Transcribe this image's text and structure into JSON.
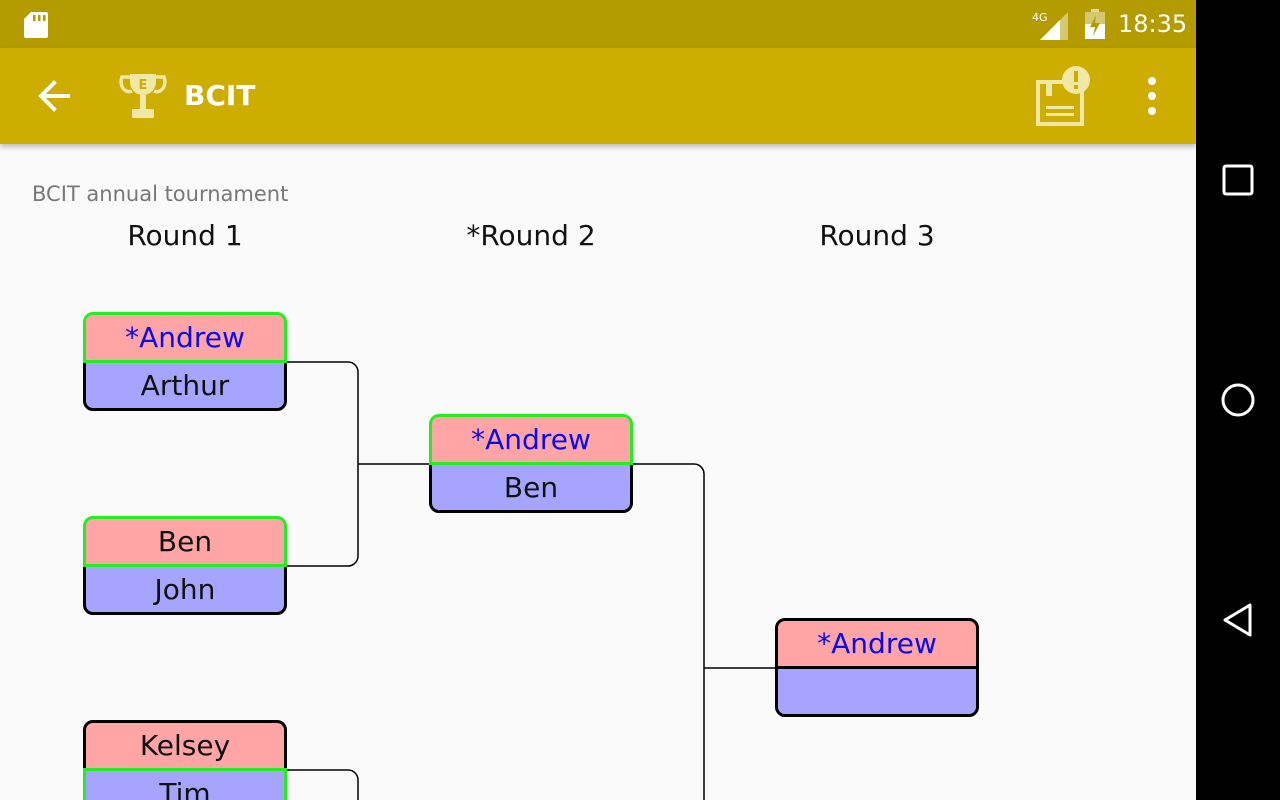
{
  "status_bar": {
    "time": "18:35",
    "network_label": "4G",
    "icons": [
      "sd-card-icon",
      "signal-icon",
      "battery-icon"
    ]
  },
  "app_bar": {
    "title": "BCIT",
    "icons": [
      "back-arrow-icon",
      "trophy-icon",
      "save-alert-icon",
      "more-vert-icon"
    ],
    "trophy_letter": "E"
  },
  "tournament": {
    "description": "BCIT annual tournament",
    "rounds": [
      {
        "label": "Round 1"
      },
      {
        "label": "*Round 2"
      },
      {
        "label": "Round 3"
      }
    ],
    "matches": [
      {
        "round": 1,
        "top": "*Andrew",
        "bottom": "Arthur",
        "winner": "top"
      },
      {
        "round": 1,
        "top": "Ben",
        "bottom": "John",
        "winner": "top"
      },
      {
        "round": 1,
        "top": "Kelsey",
        "bottom": "Tim",
        "winner": "bottom"
      },
      {
        "round": 2,
        "top": "*Andrew",
        "bottom": "Ben",
        "winner": "top"
      },
      {
        "round": 3,
        "top": "*Andrew",
        "bottom": "",
        "winner": "none"
      }
    ]
  },
  "colors": {
    "status_bar": "#b39b00",
    "app_bar": "#ccad00",
    "top_slot": "#ffa5a5",
    "bottom_slot": "#a5a5ff",
    "winner_border": "#22ee22",
    "winner_text": "#0a0aee"
  },
  "nav_bar": {
    "icons": [
      "recents-square-icon",
      "home-circle-icon",
      "back-triangle-icon"
    ]
  }
}
